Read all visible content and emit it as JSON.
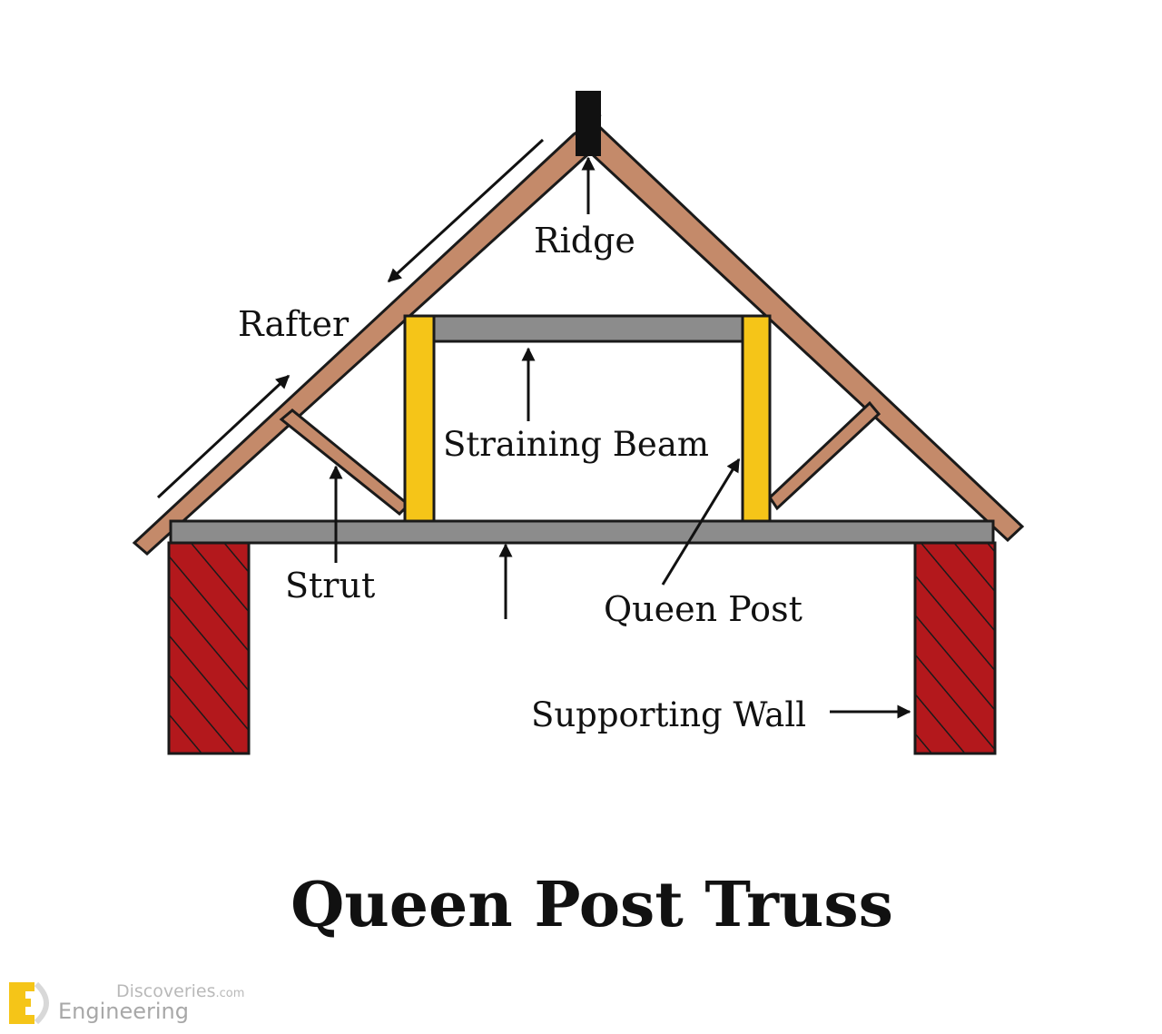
{
  "labels": {
    "ridge": "Ridge",
    "rafter": "Rafter",
    "straining_beam": "Straining Beam",
    "strut": "Strut",
    "queen_post": "Queen Post",
    "supporting_wall": "Supporting Wall"
  },
  "title": "Queen Post Truss",
  "watermark": {
    "top": "Discoveries",
    "suffix": ".com",
    "bottom": "Engineering",
    "logo_letters": "ED"
  },
  "colors": {
    "rafter": "#c48a6a",
    "outline": "#1a1a1a",
    "queen_post": "#f5c518",
    "beam": "#8c8c8c",
    "wall": "#b3181c",
    "logo": "#f5c518"
  }
}
